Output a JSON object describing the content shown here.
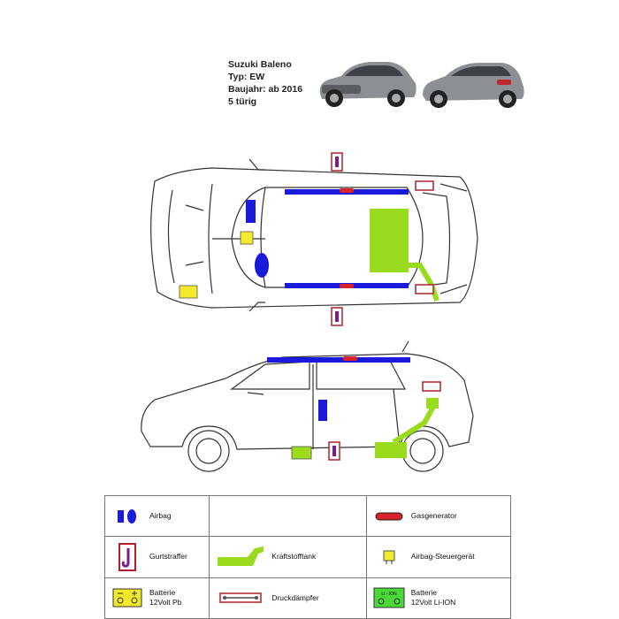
{
  "vehicle_info": {
    "model": "Suzuki Baleno",
    "type": "Typ: EW",
    "year": "Baujahr: ab 2016",
    "doors": "5 türig"
  },
  "colors": {
    "airbag": "#1a1adb",
    "fuel_tank": "#9bdb1e",
    "control_unit": "#f2ea2a",
    "gas_generator": "#d9232a",
    "tensioner_frame": "#b0202a",
    "tensioner": "#7a1f8a",
    "car_photo": "#8c8f94"
  },
  "legend": {
    "airbag": "Airbag",
    "gas_generator": "Gasgenerator",
    "belt_tensioner": "Gurtstraffer",
    "fuel_tank": "Kraftstofftank",
    "control_unit": "Airbag-Steuergerät",
    "battery_pb_line1": "Batterie",
    "battery_pb_line2": "12Volt Pb",
    "pressure_damper": "Druckdämpfer",
    "battery_li_line1": "Batterie",
    "battery_li_line2": "12Volt Li-ION",
    "li_badge": "Li - ION"
  }
}
